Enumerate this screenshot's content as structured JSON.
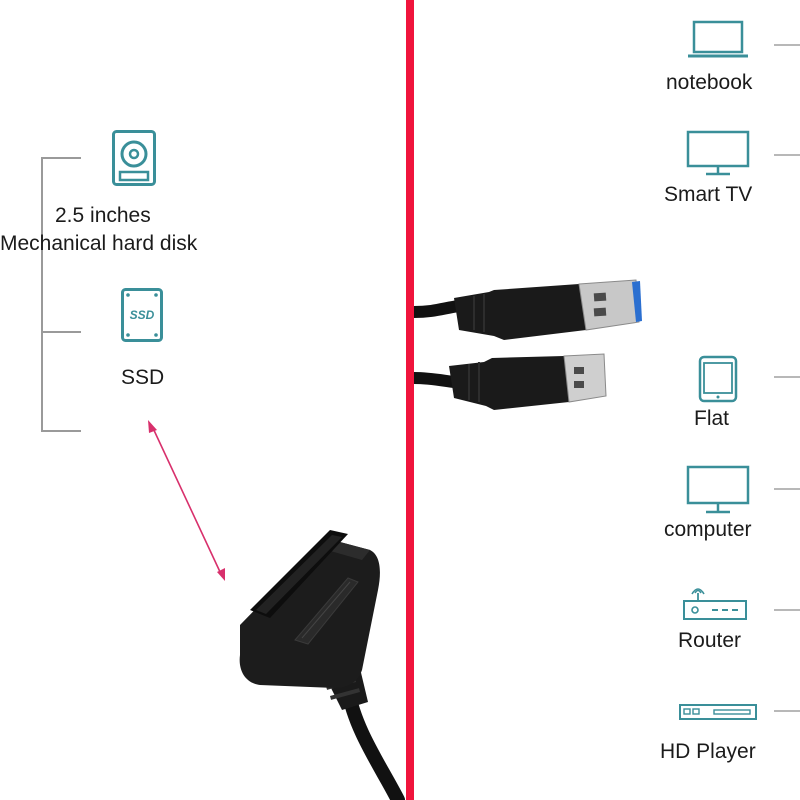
{
  "left_panel": {
    "hdd_label_line1": "2.5 inches",
    "hdd_label_line2": "Mechanical hard disk",
    "ssd_label": "SSD",
    "ssd_icon_text": "SSD"
  },
  "devices": [
    {
      "label": "notebook",
      "icon": "laptop-icon"
    },
    {
      "label": "Smart TV",
      "icon": "tv-icon"
    },
    {
      "label": "Flat",
      "icon": "tablet-icon"
    },
    {
      "label": "computer",
      "icon": "monitor-icon"
    },
    {
      "label": "Router",
      "icon": "router-icon"
    },
    {
      "label": "HD Player",
      "icon": "media-player-icon"
    }
  ],
  "colors": {
    "icon_teal": "#3a8f99",
    "divider_red": "#f0143c",
    "arrow_magenta": "#d8306c",
    "usb_blue": "#2b6fd0"
  }
}
